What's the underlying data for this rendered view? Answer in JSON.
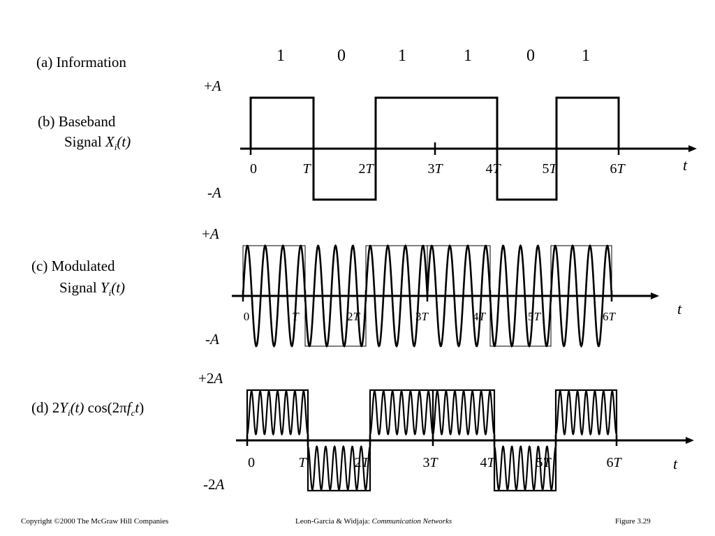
{
  "bits": [
    "1",
    "0",
    "1",
    "1",
    "0",
    "1"
  ],
  "labels": {
    "a": "(a) Information",
    "b_line1": "(b) Baseband",
    "b_line2_pre": "Signal ",
    "b_var": "X",
    "b_sub": "i",
    "b_arg": "(t)",
    "c_line1": "(c) Modulated",
    "c_line2_pre": "Signal ",
    "c_var": "Y",
    "c_sub": "i",
    "c_arg": "(t)",
    "d_pre": "(d) 2",
    "d_var": "Y",
    "d_sub": "i",
    "d_arg": "(t)",
    "d_cos": " cos(2π",
    "d_f": "f",
    "d_fsub": "c",
    "d_t": "t",
    "d_close": ")"
  },
  "amplitudes": {
    "b_pos_sign": "+",
    "b_pos_var": "A",
    "b_neg_sign": "-",
    "b_neg_var": "A",
    "c_pos_sign": "+",
    "c_pos_var": "A",
    "c_neg_sign": "-",
    "c_neg_var": "A",
    "d_pos_sign": "+2",
    "d_pos_var": "A",
    "d_neg_sign": "-2",
    "d_neg_var": "A"
  },
  "time_axis": {
    "var": "t",
    "ticks": [
      {
        "coef": "0",
        "var": ""
      },
      {
        "coef": "",
        "var": "T"
      },
      {
        "coef": "2",
        "var": "T"
      },
      {
        "coef": "3",
        "var": "T"
      },
      {
        "coef": "4",
        "var": "T"
      },
      {
        "coef": "5",
        "var": "T"
      },
      {
        "coef": "6",
        "var": "T"
      }
    ]
  },
  "footer": {
    "copyright": "Copyright ©2000 The McGraw Hill Companies",
    "authors": "Leon-Garcia & Widjaja:  ",
    "book": "Communication Networks",
    "figure": "Figure 3.29"
  }
}
